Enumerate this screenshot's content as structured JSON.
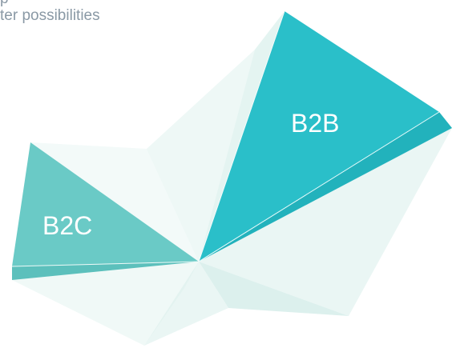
{
  "header": {
    "line_1": "p",
    "line_2": "ter possibilities"
  },
  "segments": {
    "b2b_label": "B2B",
    "b2c_label": "B2C"
  },
  "colors": {
    "b2b": "#2abfc9",
    "b2b_shadow": "#22b2bc",
    "b2c": "#6acac6",
    "b2c_shadow": "#5cc0bc",
    "facet_light": "#eaf6f4",
    "facet_mid": "#dcf0ed",
    "facet_pale": "#f3faf9",
    "header_text": "#8a99a5"
  }
}
